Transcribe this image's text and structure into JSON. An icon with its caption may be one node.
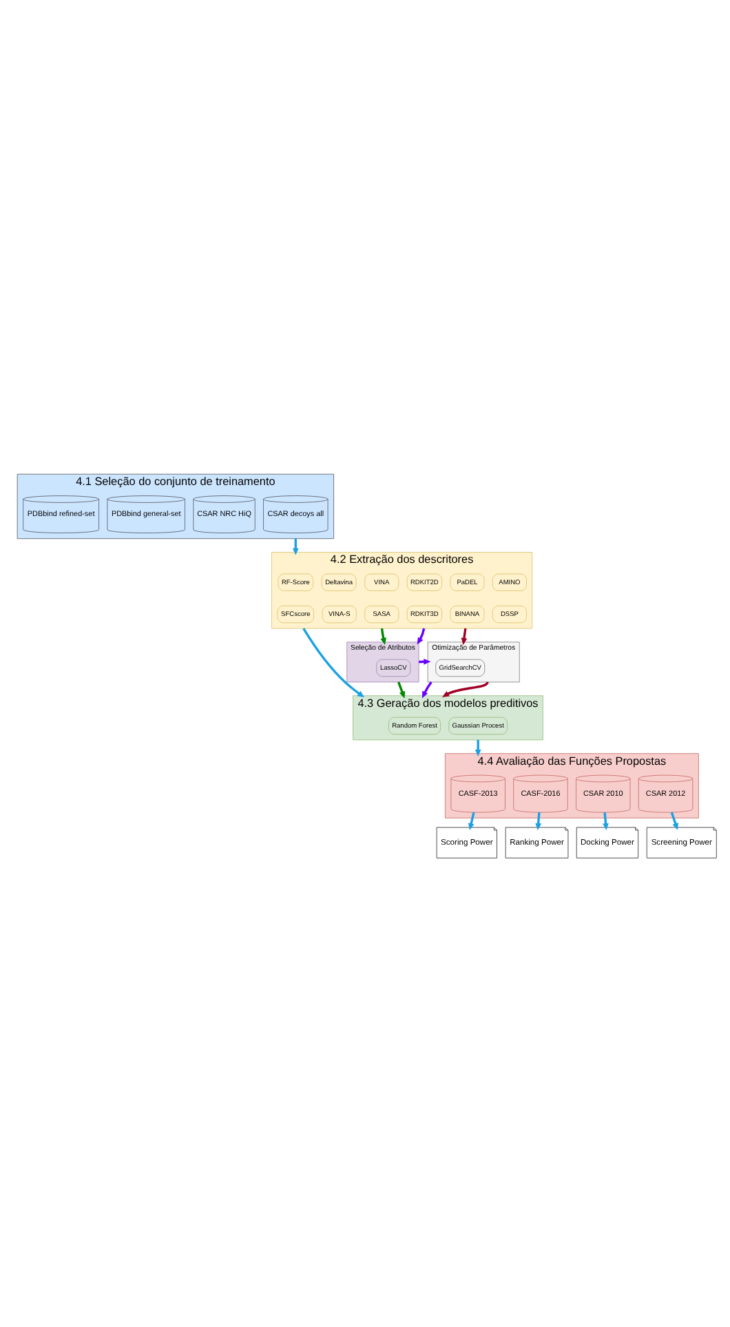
{
  "diagram": {
    "nodes": [
      {
        "text": [
          "4.1 Seleção do conjunto de treinamento"
        ]
      },
      {
        "text": [
          "PDBbind refined-set"
        ],
        "in": 0
      },
      {
        "text": [
          "PDBbind general-set"
        ],
        "in": 0
      },
      {
        "text": [
          "CSAR NRC HiQ"
        ],
        "in": 0
      },
      {
        "text": [
          "CSAR decoys all"
        ],
        "in": 0
      },
      {
        "text": [
          "4.2 Extração dos descritores"
        ]
      },
      {
        "text": [
          "RF-Score"
        ],
        "in": 5
      },
      {
        "text": [
          "Deltavina"
        ],
        "in": 5
      },
      {
        "text": [
          "VINA"
        ],
        "in": 5
      },
      {
        "text": [
          "RDKIT2D"
        ],
        "in": 5
      },
      {
        "text": [
          "PaDEL"
        ],
        "in": 5
      },
      {
        "text": [
          "AMINO"
        ],
        "in": 5
      },
      {
        "text": [
          "SFCscore"
        ],
        "in": 5
      },
      {
        "text": [
          "VINA-S"
        ],
        "in": 5
      },
      {
        "text": [
          "SASA"
        ],
        "in": 5
      },
      {
        "text": [
          "RDKIT3D"
        ],
        "in": 5
      },
      {
        "text": [
          "BINANA"
        ],
        "in": 5
      },
      {
        "text": [
          "DSSP"
        ],
        "in": 5
      },
      {
        "text": [
          "Seleção de Atributos"
        ]
      },
      {
        "text": [
          "LassoCV"
        ],
        "in": 18
      },
      {
        "text": [
          "Otimização de Parâmetros"
        ]
      },
      {
        "text": [
          "GridSearchCV"
        ],
        "in": 20
      },
      {
        "text": [
          "4.3 Geração dos modelos preditivos"
        ]
      },
      {
        "text": [
          "Random Forest"
        ],
        "in": 22
      },
      {
        "text": [
          "Gaussian Procest"
        ],
        "in": 22
      },
      {
        "text": [
          "4.4 Avaliação das Funções Propostas"
        ]
      },
      {
        "text": [
          "CASF-2013"
        ],
        "in": 25
      },
      {
        "text": [
          "CASF-2016"
        ],
        "in": 25
      },
      {
        "text": [
          "CSAR 2010"
        ],
        "in": 25
      },
      {
        "text": [
          "CSAR 2012"
        ],
        "in": 25
      },
      {
        "text": [
          "Scoring Power"
        ]
      },
      {
        "text": [
          "Ranking Power"
        ]
      },
      {
        "text": [
          "Docking Power"
        ]
      },
      {
        "text": [
          "Screening Power"
        ]
      }
    ],
    "edges": [
      {
        "from": 0,
        "to": 5,
        "arrow": "to"
      },
      {
        "from": 5,
        "to": 22,
        "arrow": "to"
      },
      {
        "from": 5,
        "to": 18,
        "arrow": "to",
        "color": "#008a00"
      },
      {
        "from": 5,
        "to": 18,
        "arrow": "to",
        "color": "#6a00ff"
      },
      {
        "from": 5,
        "to": 20,
        "arrow": "to",
        "color": "#a20025"
      },
      {
        "from": 18,
        "to": 20,
        "arrow": "to",
        "color": "#6a00ff"
      },
      {
        "from": 18,
        "to": 22,
        "arrow": "to",
        "color": "#008a00"
      },
      {
        "from": 20,
        "to": 22,
        "arrow": "to",
        "color": "#6a00ff"
      },
      {
        "from": 20,
        "to": 22,
        "arrow": "to",
        "color": "#a20025"
      },
      {
        "from": 22,
        "to": 25,
        "arrow": "to"
      },
      {
        "from": 26,
        "to": 30,
        "arrow": "to"
      },
      {
        "from": 27,
        "to": 31,
        "arrow": "to"
      },
      {
        "from": 28,
        "to": 32,
        "arrow": "to"
      },
      {
        "from": 29,
        "to": 33,
        "arrow": "to"
      }
    ]
  }
}
